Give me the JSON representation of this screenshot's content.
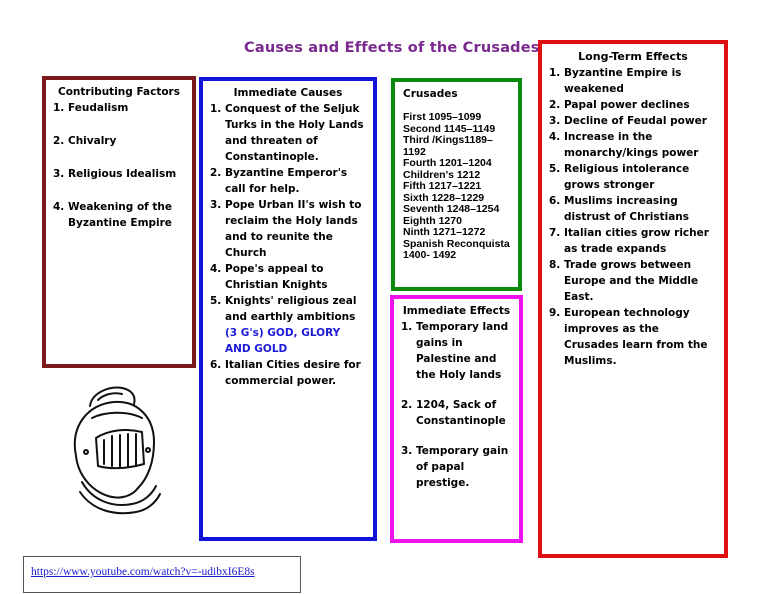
{
  "title": "Causes and Effects of the Crusades",
  "contributing_factors": {
    "heading": "Contributing Factors",
    "items": [
      {
        "num": "1.",
        "text": "Feudalism"
      },
      {
        "num": "2.",
        "text": "Chivalry"
      },
      {
        "num": "3.",
        "text": "Religious Idealism"
      },
      {
        "num": "4.",
        "text": "Weakening of the Byzantine Empire"
      }
    ]
  },
  "immediate_causes": {
    "heading": "Immediate Causes",
    "items": [
      {
        "num": "1.",
        "text": "Conquest of the Seljuk Turks in the Holy Lands and threaten of Constantinople."
      },
      {
        "num": "2.",
        "text": "Byzantine Emperor's call for help."
      },
      {
        "num": "3.",
        "text": "Pope Urban II's wish to reclaim the Holy lands and to reunite the Church"
      },
      {
        "num": "4.",
        "text": "Pope's appeal to Christian Knights"
      },
      {
        "num": "5.",
        "text": "Knights' religious zeal and earthly ambitions",
        "highlight": "(3 G's) GOD, GLORY AND GOLD"
      },
      {
        "num": "6.",
        "text": "Italian Cities desire for commercial power."
      }
    ]
  },
  "crusades": {
    "heading": "Crusades",
    "list": [
      "First 1095–1099",
      "Second 1145–1149",
      "Third /Kings1189–1192",
      "Fourth 1201–1204",
      "Children's 1212",
      "Fifth 1217–1221",
      "Sixth 1228–1229",
      "Seventh 1248–1254",
      "Eighth 1270",
      "Ninth 1271–1272"
    ],
    "reconquista_line1": "Spanish Reconquista",
    "reconquista_line2": "1400- 1492"
  },
  "immediate_effects": {
    "heading": "Immediate Effects",
    "items": [
      {
        "num": "1.",
        "text": "Temporary land gains in Palestine and the Holy lands"
      },
      {
        "num": "2.",
        "text": "1204, Sack of Constantinople"
      },
      {
        "num": "3.",
        "text": "Temporary gain of papal prestige."
      }
    ]
  },
  "long_term_effects": {
    "heading": "Long-Term Effects",
    "items": [
      {
        "num": "1.",
        "text": "Byzantine Empire is weakened"
      },
      {
        "num": "2.",
        "text": "Papal power declines"
      },
      {
        "num": "3.",
        "text": "Decline of Feudal power"
      },
      {
        "num": "4.",
        "text": "Increase in the monarchy/kings power"
      },
      {
        "num": "5.",
        "text": "Religious intolerance grows stronger"
      },
      {
        "num": "6.",
        "text": "Muslims increasing distrust of Christians"
      },
      {
        "num": "7.",
        "text": "Italian cities grow richer as trade expands"
      },
      {
        "num": "8.",
        "text": "Trade grows between Europe and the Middle East."
      },
      {
        "num": "9.",
        "text": "European technology improves as the Crusades learn from the Muslims."
      }
    ]
  },
  "link": {
    "text": "https://www.youtube.com/watch?v=-udibxI6E8s"
  },
  "colors": {
    "title": "#7a2a8f",
    "contributing_border": "#7b1a1a",
    "causes_border": "#1313d8",
    "crusades_border": "#0a8a0a",
    "effects_border": "#ee12ee",
    "longterm_border": "#e01010",
    "highlight_text": "#1a1ad8"
  },
  "illustration": {
    "icon": "knight-helmet-icon"
  }
}
